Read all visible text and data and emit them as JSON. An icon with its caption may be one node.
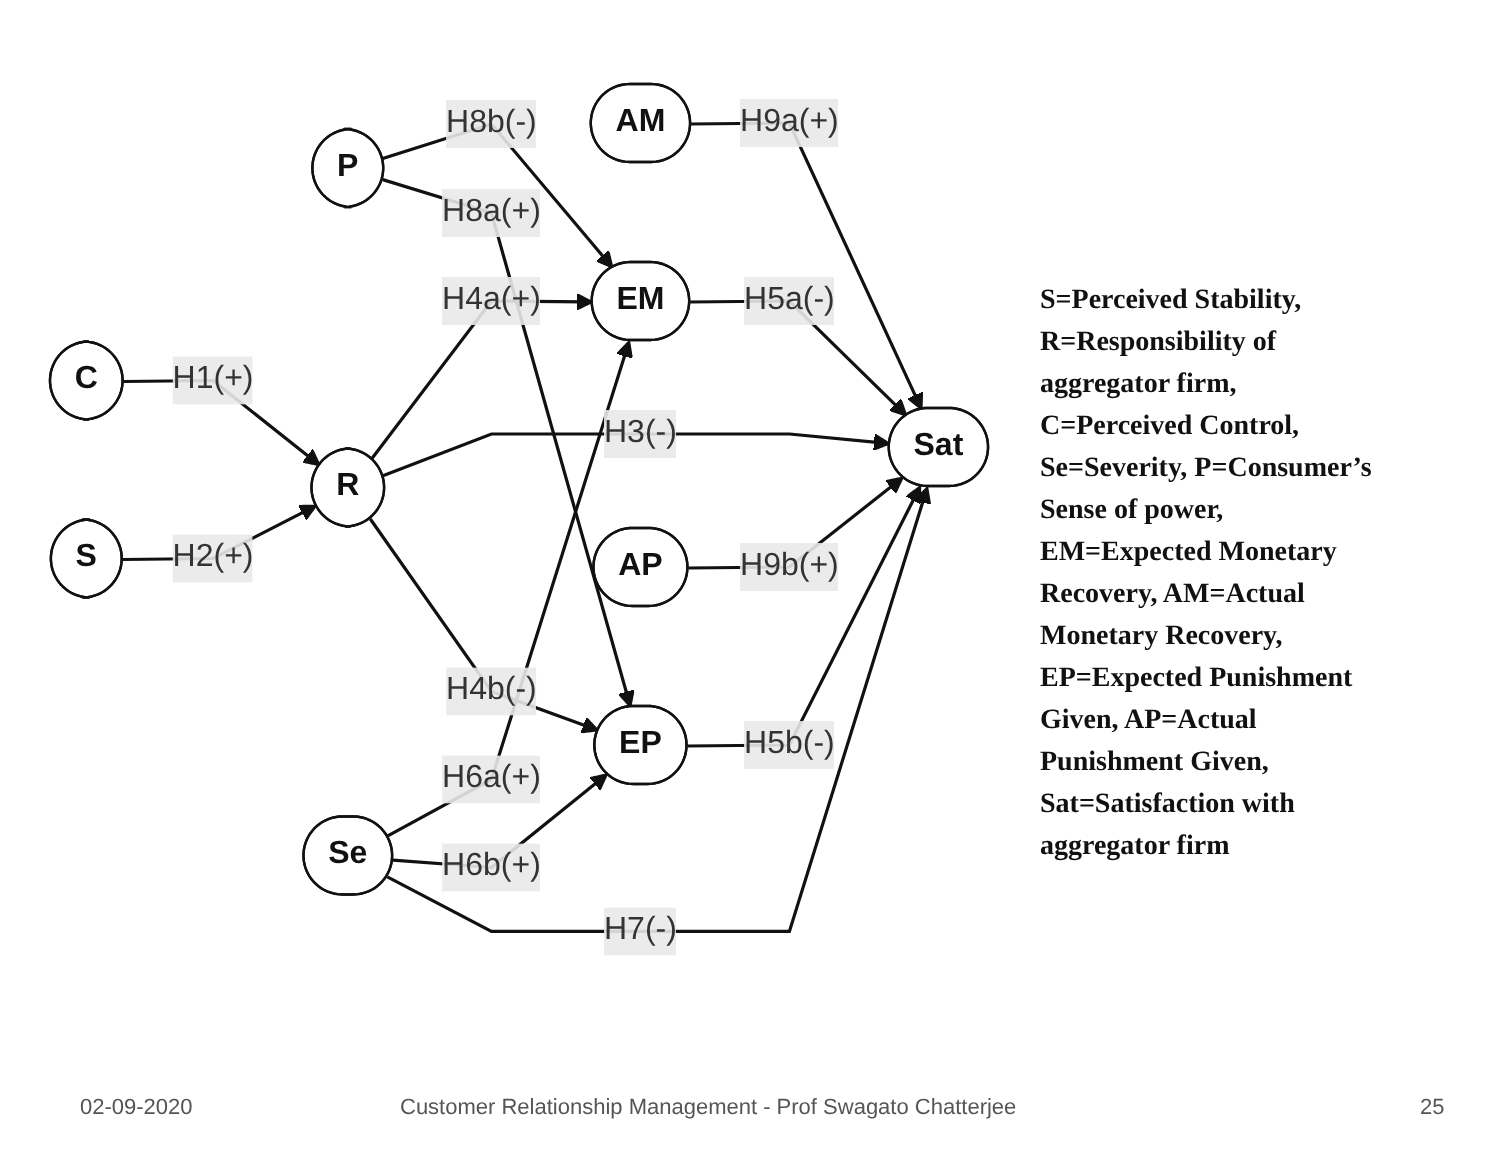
{
  "diagram": {
    "nodes": [
      {
        "text": [
          "P"
        ]
      },
      {
        "text": [
          "EM"
        ]
      },
      {
        "text": [
          "AM"
        ]
      },
      {
        "text": [
          "C"
        ]
      },
      {
        "text": [
          "R"
        ]
      },
      {
        "text": [
          "Sat"
        ]
      },
      {
        "text": [
          "S"
        ]
      },
      {
        "text": [
          "Se"
        ]
      },
      {
        "text": [
          "EP"
        ]
      },
      {
        "text": [
          "AP"
        ]
      }
    ],
    "edges": [
      {
        "from": 3,
        "to": 4,
        "arrow": "to",
        "label": "H1(+)"
      },
      {
        "from": 6,
        "to": 4,
        "arrow": "to",
        "label": "H2(+)"
      },
      {
        "from": 0,
        "to": 1,
        "arrow": "to",
        "label": "H8b(-)"
      },
      {
        "from": 0,
        "to": 8,
        "arrow": "to",
        "label": "H8a(+)"
      },
      {
        "from": 4,
        "to": 1,
        "arrow": "to",
        "label": "H4a(+)"
      },
      {
        "from": 4,
        "to": 5,
        "arrow": "to",
        "label": "H3(-)"
      },
      {
        "from": 4,
        "to": 8,
        "arrow": "to",
        "label": "H4b(-)"
      },
      {
        "from": 7,
        "to": 1,
        "arrow": "to",
        "label": "H6a(+)"
      },
      {
        "from": 7,
        "to": 8,
        "arrow": "to",
        "label": "H6b(+)"
      },
      {
        "from": 7,
        "to": 5,
        "arrow": "to",
        "label": "H7(-)"
      },
      {
        "from": 1,
        "to": 5,
        "arrow": "to",
        "label": "H5a(-)"
      },
      {
        "from": 8,
        "to": 5,
        "arrow": "to",
        "label": "H5b(-)"
      },
      {
        "from": 2,
        "to": 5,
        "arrow": "to",
        "label": "H9a(+)"
      },
      {
        "from": 9,
        "to": 5,
        "arrow": "to",
        "label": "H9b(+)"
      }
    ],
    "labels": [
      "S=Perceived Stability, R=Responsibility of aggregator firm, C=Perceived Control, Se=Severity, P=Consumer’s Sense of power, EM=Expected Monetary Recovery, AM=Actual Monetary Recovery, EP=Expected Punishment Given, AP=Actual Punishment Given, Sat=Satisfaction with aggregator firm",
      "02-09-2020",
      "Customer Relationship Management - Prof Swagato Chatterjee",
      "25"
    ]
  }
}
